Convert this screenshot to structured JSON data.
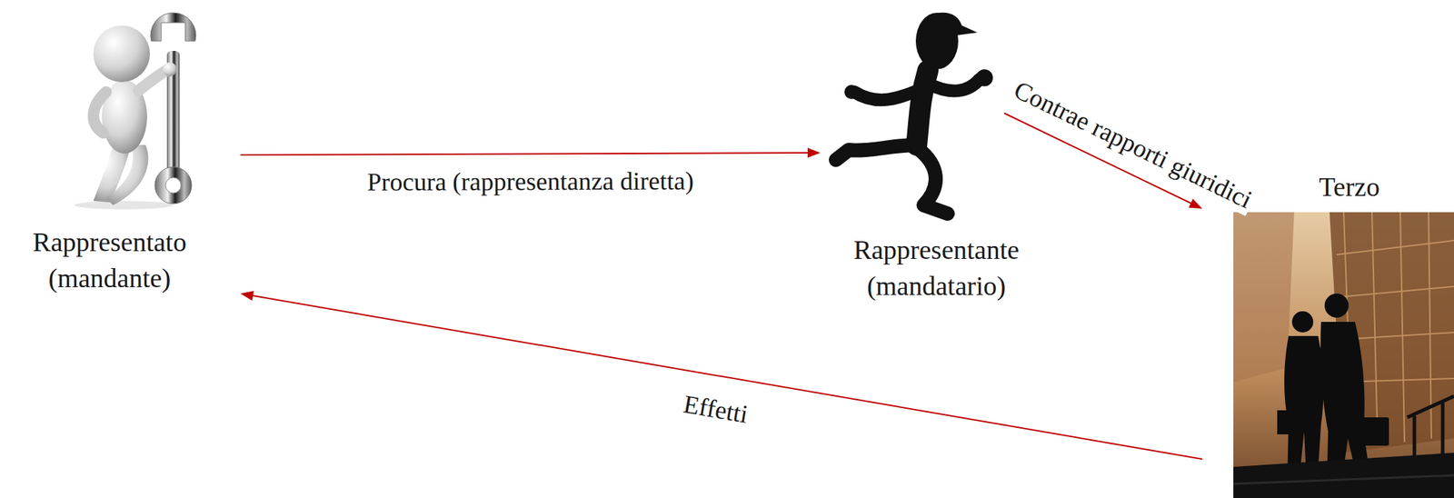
{
  "diagram": {
    "nodes": [
      {
        "text": [
          "Rappresentato (mandante)"
        ]
      },
      {
        "text": [
          "Rappresentante (mandatario)"
        ]
      },
      {
        "text": [
          "Terzo"
        ]
      }
    ],
    "edges": [
      {
        "from": 0,
        "to": 1,
        "arrow": "to",
        "label": "Procura (rappresentanza diretta)"
      },
      {
        "from": 1,
        "to": 2,
        "arrow": "to",
        "label": "Contrae rapporti giuridici"
      },
      {
        "from": 2,
        "to": 0,
        "arrow": "to",
        "label": "Effetti"
      }
    ]
  }
}
